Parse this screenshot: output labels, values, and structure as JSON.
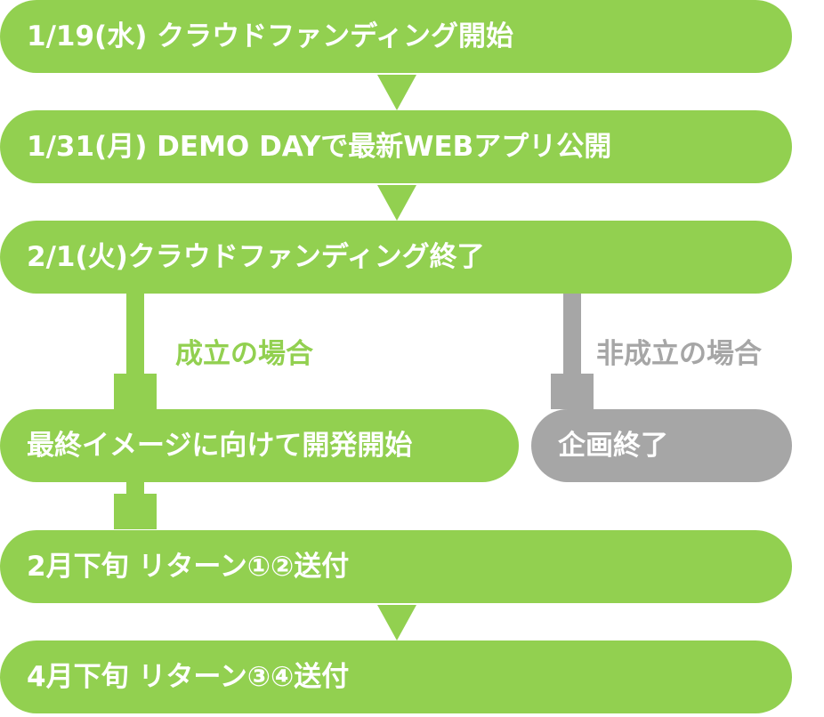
{
  "colors": {
    "success_green": "#92d050",
    "failure_gray": "#a6a6a6",
    "text_on_box": "#ffffff"
  },
  "steps": {
    "crowdfunding_start": "1/19(水) クラウドファンディング開始",
    "demo_day": "1/31(月) DEMO DAYで最新WEBアプリ公開",
    "crowdfunding_end": "2/1(火)クラウドファンディング終了",
    "dev_start": "最終イメージに向けて開発開始",
    "project_end": "企画終了",
    "return_12": "2月下旬 リターン①②送付",
    "return_34": "4月下旬 リターン③④送付"
  },
  "branches": {
    "success_label": "成立の場合",
    "failure_label": "非成立の場合"
  }
}
